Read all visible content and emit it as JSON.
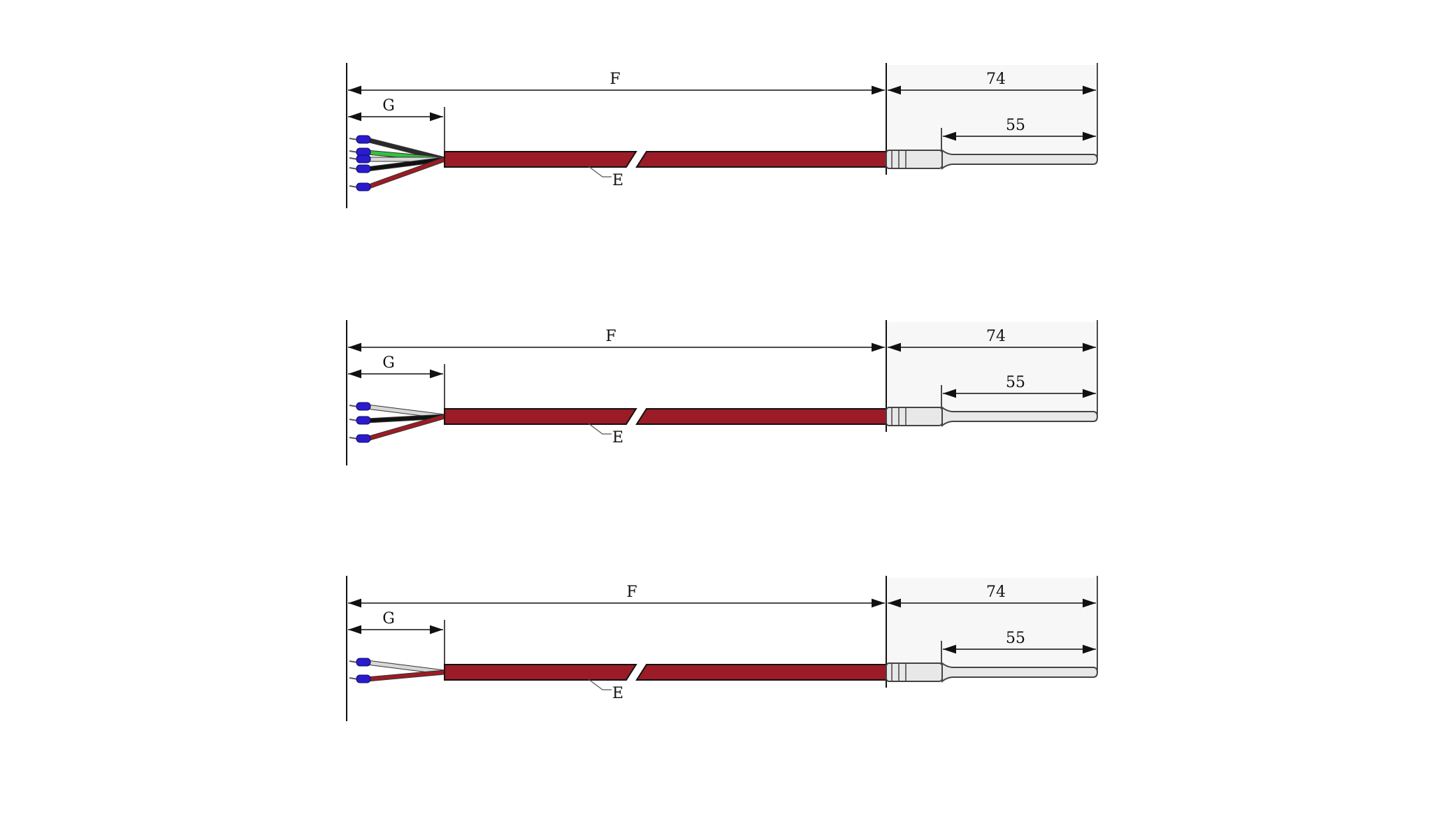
{
  "drawings": [
    {
      "dims": {
        "overall": "F",
        "strip": "G",
        "sensor_total": "74",
        "probe": "55",
        "cable": "E"
      },
      "wires": [
        {
          "color": "#2a2a2a",
          "ferrule": true
        },
        {
          "color": "#33c23e",
          "ferrule": true
        },
        {
          "color": "#d8d8d8",
          "ferrule": true
        },
        {
          "color": "#111111",
          "ferrule": true
        },
        {
          "color": "#9e1b24",
          "ferrule": true
        }
      ]
    },
    {
      "dims": {
        "overall": "F",
        "strip": "G",
        "sensor_total": "74",
        "probe": "55",
        "cable": "E"
      },
      "wires": [
        {
          "color": "#d8d8d8",
          "ferrule": true
        },
        {
          "color": "#111111",
          "ferrule": true
        },
        {
          "color": "#9e1b24",
          "ferrule": true
        }
      ]
    },
    {
      "dims": {
        "overall": "F",
        "strip": "G",
        "sensor_total": "74",
        "probe": "55",
        "cable": "E"
      },
      "wires": [
        {
          "color": "#d8d8d8",
          "ferrule": true
        },
        {
          "color": "#9e1b24",
          "ferrule": true
        }
      ]
    }
  ],
  "colors": {
    "cable_jacket": "#9b1c26",
    "probe_fill": "#e8e8e8",
    "probe_outline": "#444444",
    "dim_line": "#111111",
    "sensor_zone_bg": "#f7f7f7",
    "ferrule": "#2a1ccc"
  }
}
